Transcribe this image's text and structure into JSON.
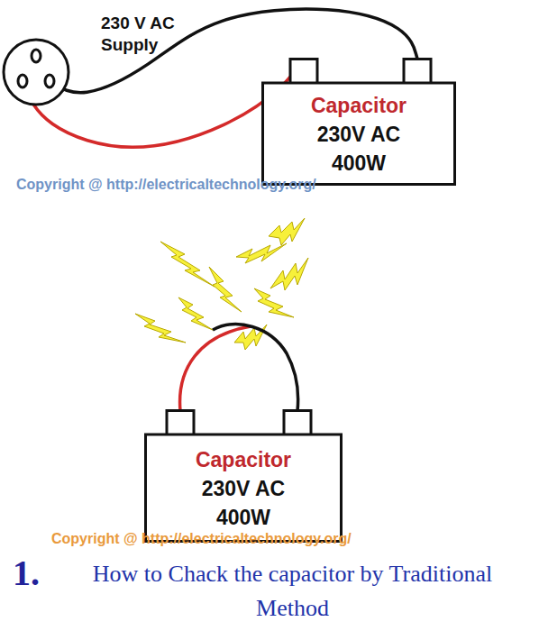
{
  "diagram": {
    "caption": "How to Chack the capacitor by Traditional Method",
    "nodes": [
      {
        "text": [
          "230 V AC Supply"
        ]
      },
      {
        "text": [
          "Capacitor",
          "230V AC",
          "400W"
        ]
      },
      {
        "text": [
          "Capacitor",
          "230V AC",
          "400W"
        ]
      }
    ],
    "edges": [
      {
        "from": 0,
        "to": 1,
        "arrow": "none"
      },
      {
        "from": 0,
        "to": 1,
        "arrow": "none"
      }
    ],
    "labels": [
      "Copyright @ http://electricaltechnology.org/",
      "Copyright @ http://electricaltechnology.org/",
      "1."
    ]
  }
}
